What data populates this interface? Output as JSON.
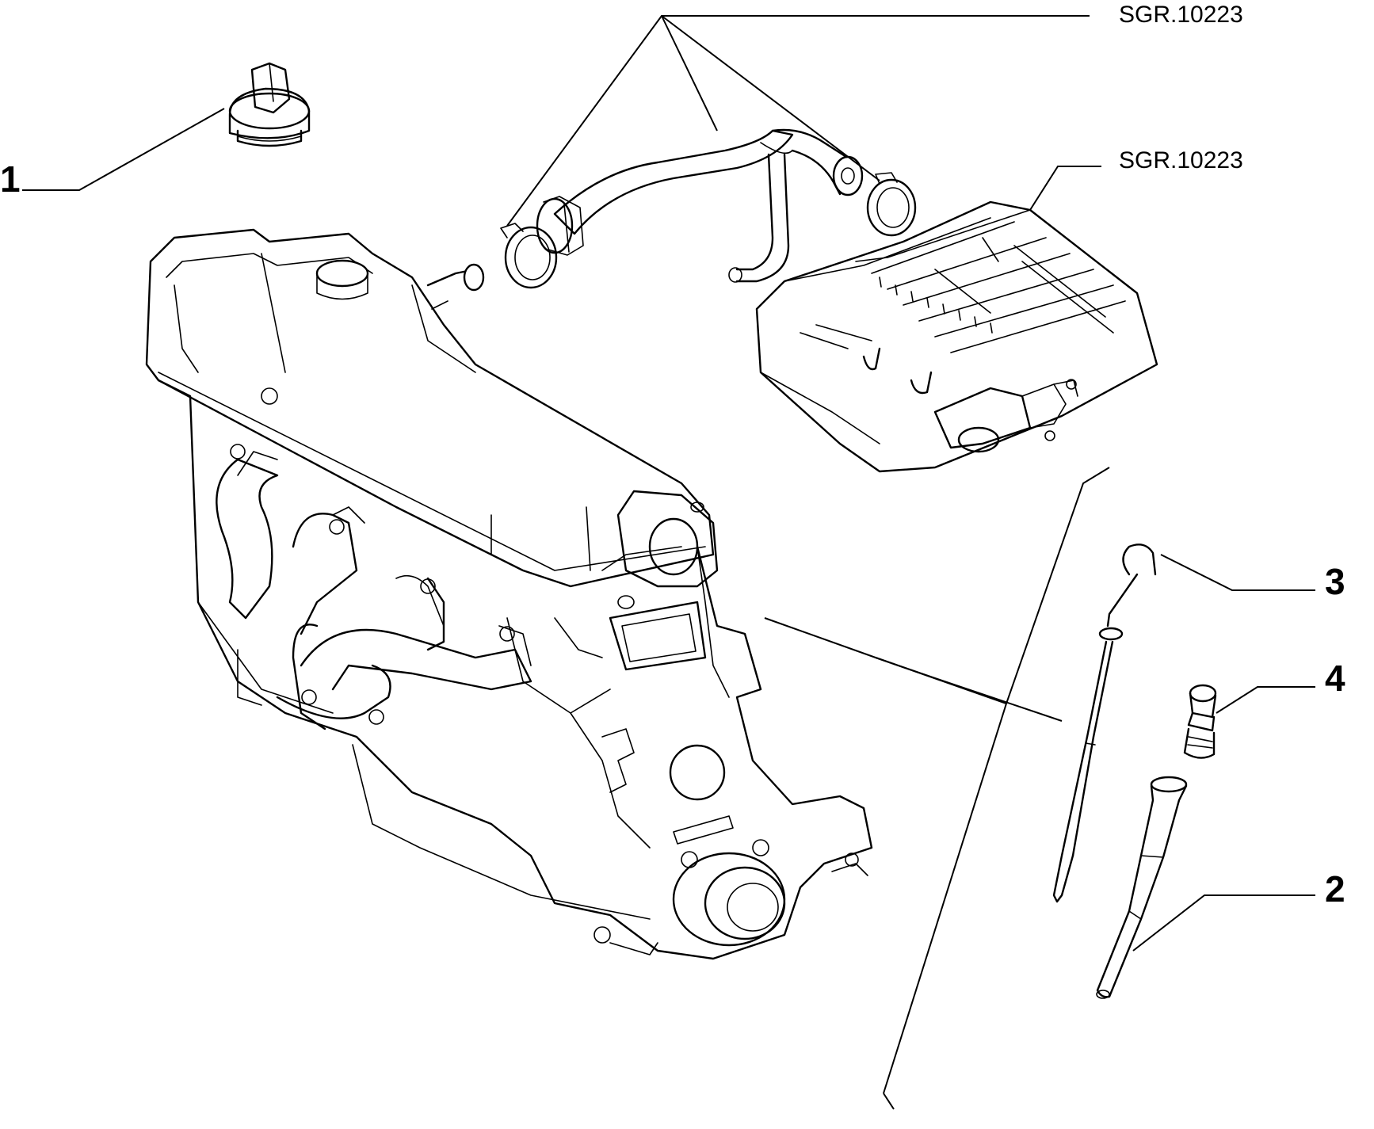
{
  "diagram": {
    "callouts": {
      "part_1": "1",
      "part_2": "2",
      "part_3": "3",
      "part_4": "4"
    },
    "references": {
      "hose_group": "SGR.10223",
      "air_box": "SGR.10223"
    },
    "ink_color": "#000000",
    "background_color": "#ffffff"
  }
}
